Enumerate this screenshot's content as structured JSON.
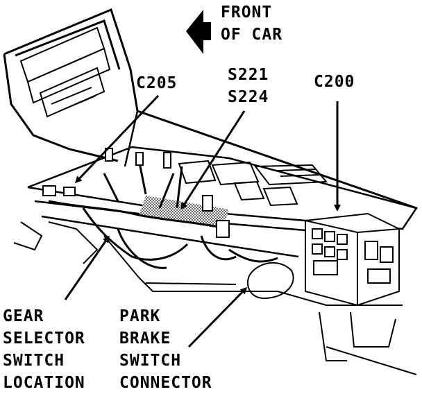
{
  "labels": {
    "front_of_car": {
      "line1": "FRONT",
      "line2": "OF CAR"
    },
    "c205": "C205",
    "s221_s224": {
      "line1": "S221",
      "line2": "S224"
    },
    "c200": "C200",
    "gear_selector": {
      "line1": "GEAR",
      "line2": "SELECTOR",
      "line3": "SWITCH",
      "line4": "LOCATION"
    },
    "park_brake": {
      "line1": "PARK",
      "line2": "BRAKE",
      "line3": "SWITCH",
      "line4": "CONNECTOR"
    }
  },
  "colors": {
    "ink": "#000000",
    "paper": "#ffffff",
    "shading": "#bdbdbd"
  },
  "icons": {
    "front_arrow": "arrow-left-icon"
  }
}
